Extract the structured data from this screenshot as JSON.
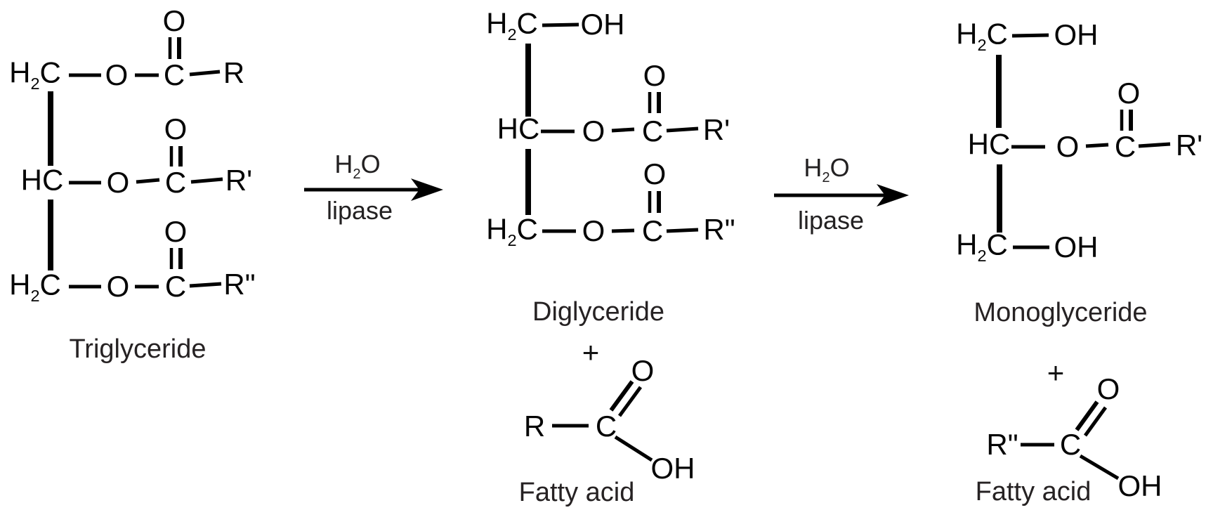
{
  "colors": {
    "ink": "#000000",
    "label_text": "#262223",
    "background": "#ffffff"
  },
  "molecules": {
    "triglyceride": {
      "name": "Triglyceride",
      "rows": [
        {
          "carbon_pre": "H",
          "carbon_sub": "2",
          "carbon_post": "C",
          "ester_o": "O",
          "ester_c": "C",
          "carbonyl_o": "O",
          "r_group": "R"
        },
        {
          "carbon_pre": "HC",
          "carbon_sub": "",
          "carbon_post": "",
          "ester_o": "O",
          "ester_c": "C",
          "carbonyl_o": "O",
          "r_group": "R'"
        },
        {
          "carbon_pre": "H",
          "carbon_sub": "2",
          "carbon_post": "C",
          "ester_o": "O",
          "ester_c": "C",
          "carbonyl_o": "O",
          "r_group": "R\""
        }
      ]
    },
    "diglyceride": {
      "name": "Diglyceride",
      "rows": [
        {
          "carbon_pre": "H",
          "carbon_sub": "2",
          "carbon_post": "C",
          "hydroxyl": "OH"
        },
        {
          "carbon_pre": "HC",
          "carbon_sub": "",
          "carbon_post": "",
          "ester_o": "O",
          "ester_c": "C",
          "carbonyl_o": "O",
          "r_group": "R'"
        },
        {
          "carbon_pre": "H",
          "carbon_sub": "2",
          "carbon_post": "C",
          "ester_o": "O",
          "ester_c": "C",
          "carbonyl_o": "O",
          "r_group": "R\""
        }
      ]
    },
    "monoglyceride": {
      "name": "Monoglyceride",
      "rows": [
        {
          "carbon_pre": "H",
          "carbon_sub": "2",
          "carbon_post": "C",
          "hydroxyl": "OH"
        },
        {
          "carbon_pre": "HC",
          "carbon_sub": "",
          "carbon_post": "",
          "ester_o": "O",
          "ester_c": "C",
          "carbonyl_o": "O",
          "r_group": "R'"
        },
        {
          "carbon_pre": "H",
          "carbon_sub": "2",
          "carbon_post": "C",
          "hydroxyl": "OH"
        }
      ]
    },
    "fatty_acid_1": {
      "plus": "+",
      "name": "Fatty acid",
      "r_group": "R",
      "carbon": "C",
      "carbonyl_o": "O",
      "hydroxyl": "OH"
    },
    "fatty_acid_2": {
      "plus": "+",
      "name": "Fatty acid",
      "r_group": "R\"",
      "carbon": "C",
      "carbonyl_o": "O",
      "hydroxyl": "OH"
    }
  },
  "arrows": {
    "step1": {
      "reagent_pre": "H",
      "reagent_sub": "2",
      "reagent_post": "O",
      "catalyst": "lipase"
    },
    "step2": {
      "reagent_pre": "H",
      "reagent_sub": "2",
      "reagent_post": "O",
      "catalyst": "lipase"
    }
  }
}
